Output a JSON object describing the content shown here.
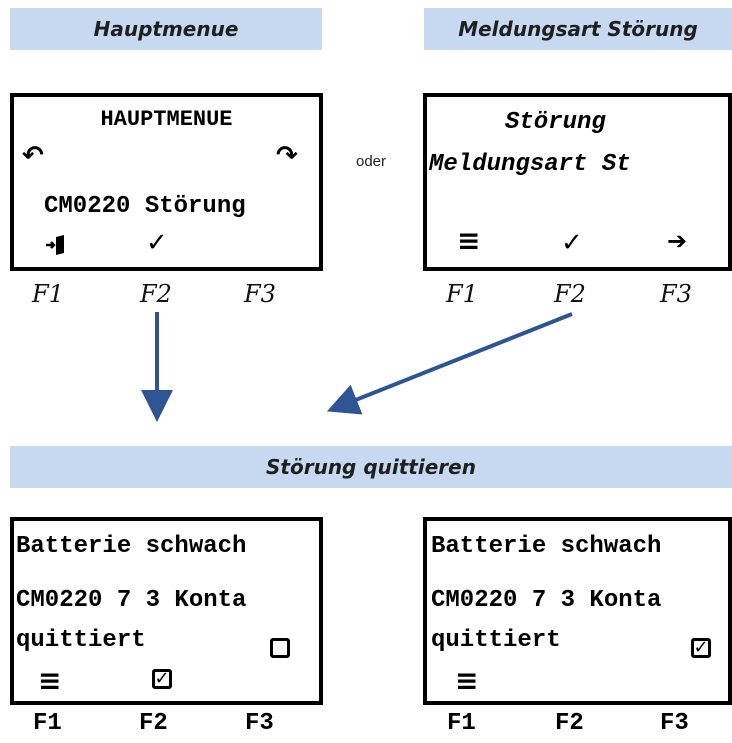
{
  "headers": {
    "main_menu": "Hauptmenue",
    "message_type": "Meldungsart Störung",
    "acknowledge": "Störung quittieren"
  },
  "connector_text": "oder",
  "screen_main": {
    "title": "HAUPTMENUE",
    "entry": "CM0220 Störung",
    "left_arrow_icon": "undo-arrow",
    "right_arrow_icon": "redo-arrow",
    "f1_icon": "exit-icon",
    "f2_icon": "check-icon"
  },
  "screen_msgtype": {
    "title": "Störung",
    "entry": "Meldungsart St",
    "f1_icon": "menu-icon",
    "f2_icon": "check-icon",
    "f3_icon": "right-arrow-icon"
  },
  "screen_ack_left": {
    "line1": "Batterie schwach",
    "line2": "CM0220 7 3 Konta",
    "line3": "quittiert",
    "checkbox_checked": false,
    "f1_icon": "menu-icon",
    "f2_icon": "checkbox-checked-icon"
  },
  "screen_ack_right": {
    "line1": "Batterie schwach",
    "line2": "CM0220 7 3 Konta",
    "line3": "quittiert",
    "checkbox_checked": true,
    "f1_icon": "menu-icon"
  },
  "fkeys": {
    "f1": "F1",
    "f2": "F2",
    "f3": "F3"
  },
  "symbols": {
    "check": "✓",
    "checkbox_check": "✓",
    "menu": "≡",
    "arrow_right": "➔",
    "undo": "↶",
    "redo": "↷"
  },
  "colors": {
    "header_bg": "#c6d9f1",
    "arrow": "#2f5496"
  }
}
